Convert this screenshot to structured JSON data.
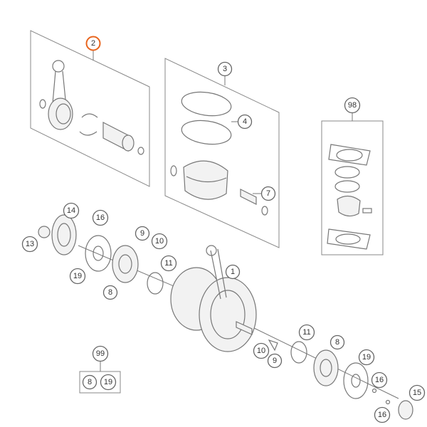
{
  "diagram": {
    "highlight_color": "#e8651e",
    "callouts": [
      {
        "id": "c2",
        "label": "2",
        "highlighted": true
      },
      {
        "id": "c3",
        "label": "3"
      },
      {
        "id": "c4",
        "label": "4"
      },
      {
        "id": "c7",
        "label": "7"
      },
      {
        "id": "c98",
        "label": "98"
      },
      {
        "id": "c14",
        "label": "14"
      },
      {
        "id": "c16a",
        "label": "16"
      },
      {
        "id": "c13",
        "label": "13"
      },
      {
        "id": "c9a",
        "label": "9"
      },
      {
        "id": "c10a",
        "label": "10"
      },
      {
        "id": "c11a",
        "label": "11"
      },
      {
        "id": "c19a",
        "label": "19"
      },
      {
        "id": "c8a",
        "label": "8"
      },
      {
        "id": "c1",
        "label": "1"
      },
      {
        "id": "c99",
        "label": "99"
      },
      {
        "id": "c8k",
        "label": "8"
      },
      {
        "id": "c19k",
        "label": "19"
      },
      {
        "id": "c11b",
        "label": "11"
      },
      {
        "id": "c8b",
        "label": "8"
      },
      {
        "id": "c10b",
        "label": "10"
      },
      {
        "id": "c9b",
        "label": "9"
      },
      {
        "id": "c19b",
        "label": "19"
      },
      {
        "id": "c16b",
        "label": "16"
      },
      {
        "id": "c15",
        "label": "15"
      },
      {
        "id": "c16c",
        "label": "16"
      }
    ]
  }
}
